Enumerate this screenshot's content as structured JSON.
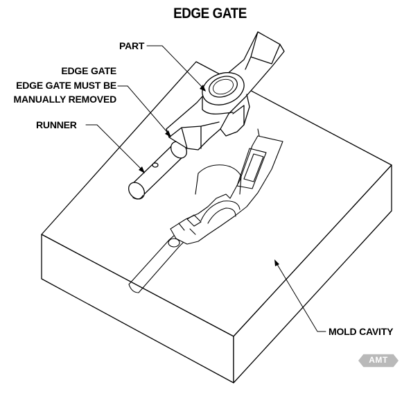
{
  "title": "EDGE GATE",
  "labels": {
    "part": "PART",
    "edge_gate": "EDGE GATE",
    "edge_gate_note_line1": "EDGE GATE MUST BE",
    "edge_gate_note_line2": "MANUALLY REMOVED",
    "runner": "RUNNER",
    "mold_cavity": "MOLD CAVITY"
  },
  "logo": {
    "text": "AMT"
  },
  "colors": {
    "line": "#000000",
    "background": "#ffffff",
    "badge": "#b9b9b9"
  }
}
